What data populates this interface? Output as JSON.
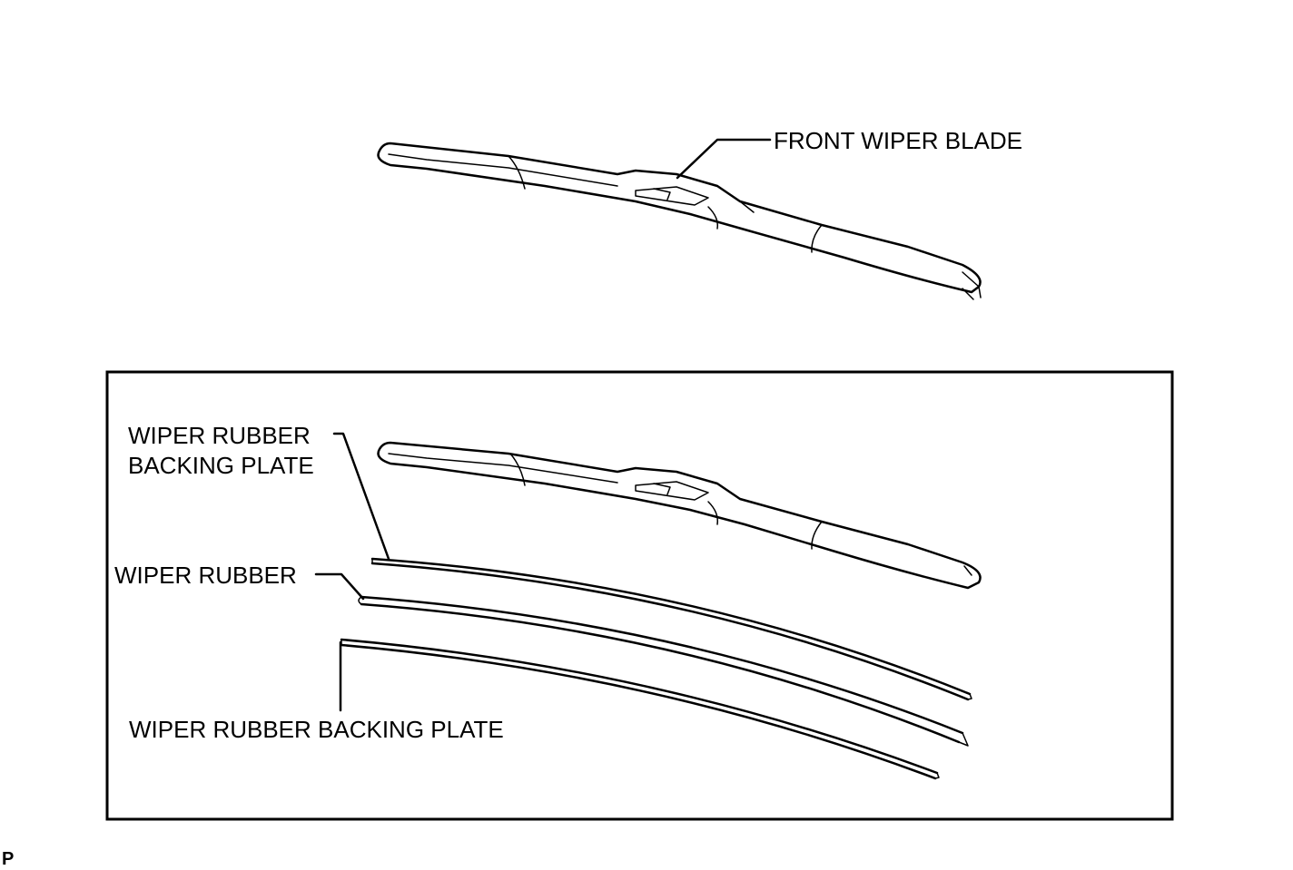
{
  "labels": {
    "front_wiper_blade": "FRONT WIPER BLADE",
    "backing_plate_top_line1": "WIPER RUBBER",
    "backing_plate_top_line2": "BACKING PLATE",
    "wiper_rubber": "WIPER RUBBER",
    "backing_plate_bottom": "WIPER RUBBER BACKING PLATE",
    "corner_ref": "P"
  }
}
